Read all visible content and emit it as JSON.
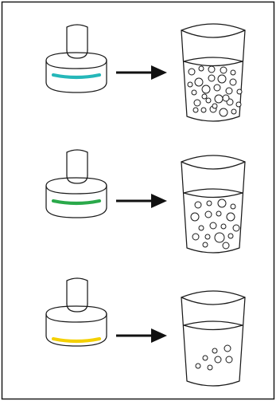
{
  "colors": {
    "frame": "#1a1a1a",
    "arrow": "#111111",
    "strip_turquoise": "#25b7b9",
    "strip_green": "#2aa94a",
    "strip_yellow": "#f4d000"
  },
  "icons": {
    "tube": "test-tube-icon",
    "arrow": "right-arrow-icon",
    "glass": "beaker-glass-icon",
    "bubble": "bubble-icon"
  },
  "rows": [
    {
      "id": "row-1",
      "strip_color": "#25b7b9",
      "liquid_fraction": 0.75,
      "bubble_count": 28
    },
    {
      "id": "row-2",
      "strip_color": "#2aa94a",
      "liquid_fraction": 0.75,
      "bubble_count": 18
    },
    {
      "id": "row-3",
      "strip_color": "#f4d000",
      "liquid_fraction": 0.75,
      "bubble_count": 7
    }
  ]
}
